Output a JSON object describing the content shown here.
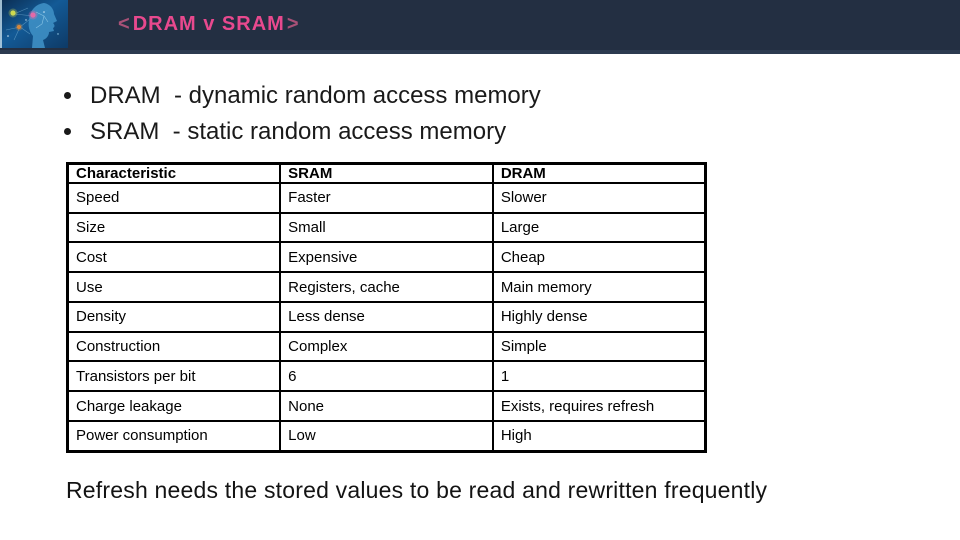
{
  "header": {
    "bracket_left": "<",
    "title": "DRAM v SRAM",
    "bracket_right": ">",
    "image_alt": "digital brain head graphic"
  },
  "colors": {
    "header_bg": "#232f42",
    "header_edge": "#2c3a50",
    "title_pink": "#e8498e",
    "bracket_pink": "#a85177",
    "body_text": "#1a1a1a",
    "table_border": "#000000"
  },
  "bullets": [
    "DRAM  - dynamic random access memory",
    "SRAM  - static random access memory"
  ],
  "table": {
    "columns": [
      "Characteristic",
      "SRAM",
      "DRAM"
    ],
    "rows": [
      [
        "Speed",
        "Faster",
        "Slower"
      ],
      [
        "Size",
        "Small",
        "Large"
      ],
      [
        "Cost",
        "Expensive",
        "Cheap"
      ],
      [
        "Use",
        "Registers, cache",
        "Main memory"
      ],
      [
        "Density",
        "Less dense",
        "Highly dense"
      ],
      [
        "Construction",
        "Complex",
        "Simple"
      ],
      [
        "Transistors per bit",
        "6",
        "1"
      ],
      [
        "Charge leakage",
        "None",
        "Exists, requires refresh"
      ],
      [
        "Power consumption",
        "Low",
        "High"
      ]
    ]
  },
  "footer_note": "Refresh needs the stored values to be read and rewritten frequently"
}
